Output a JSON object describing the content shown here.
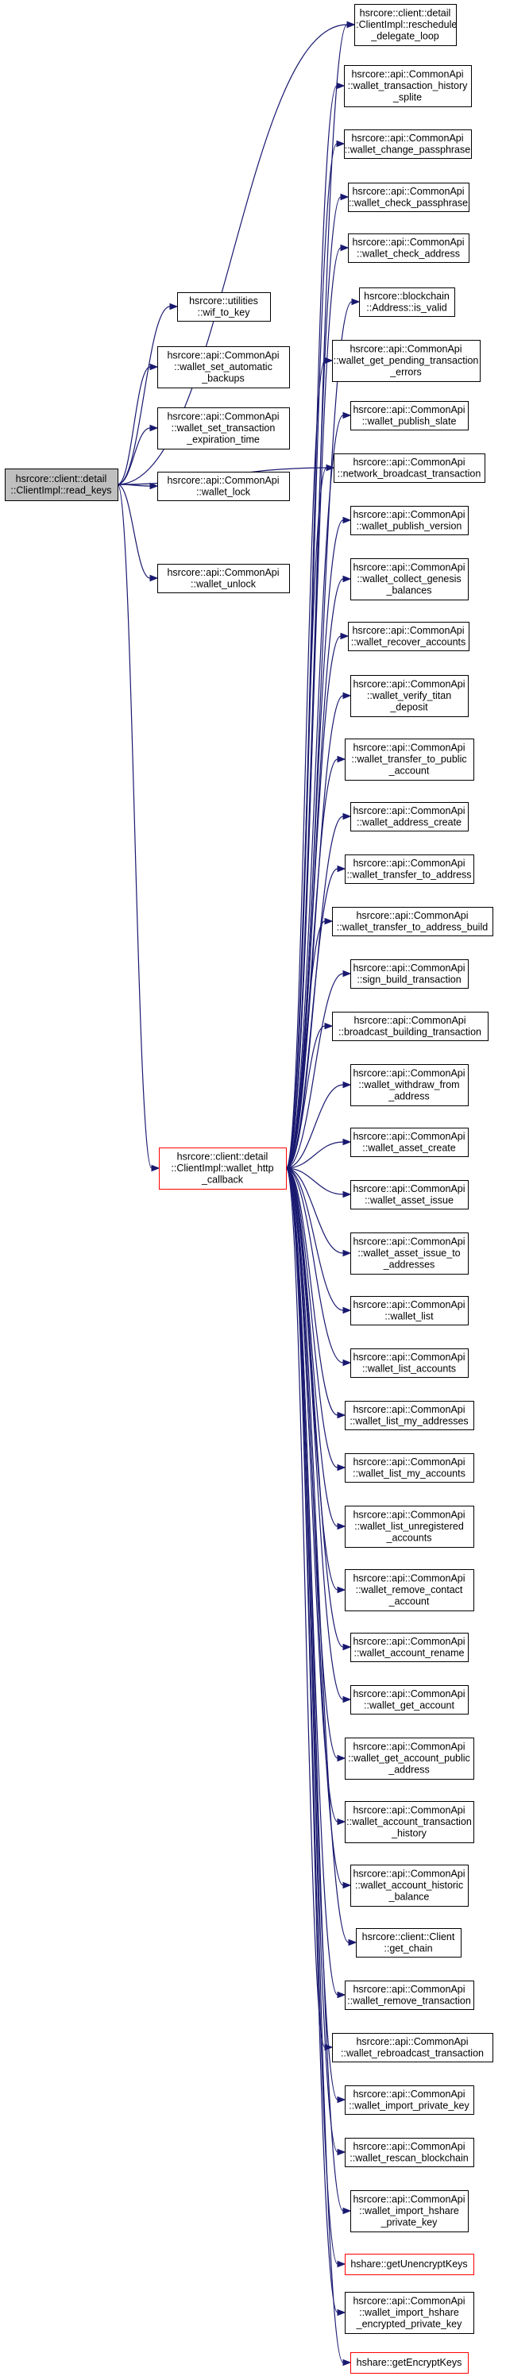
{
  "graph": {
    "root": {
      "id": "read_keys",
      "lines": [
        "hsrcore::client::detail",
        "::ClientImpl::read_keys"
      ]
    },
    "nodes": [
      {
        "id": "reschedule_delegate_loop",
        "lines": [
          "hsrcore::client::detail",
          "::ClientImpl::reschedule",
          "_delegate_loop"
        ],
        "highlight": false
      },
      {
        "id": "wallet_transaction_history_splite",
        "lines": [
          "hsrcore::api::CommonApi",
          "::wallet_transaction_history",
          "_splite"
        ],
        "highlight": false
      },
      {
        "id": "wallet_change_passphrase",
        "lines": [
          "hsrcore::api::CommonApi",
          "::wallet_change_passphrase"
        ],
        "highlight": false
      },
      {
        "id": "wallet_check_passphrase",
        "lines": [
          "hsrcore::api::CommonApi",
          "::wallet_check_passphrase"
        ],
        "highlight": false
      },
      {
        "id": "wallet_check_address",
        "lines": [
          "hsrcore::api::CommonApi",
          "::wallet_check_address"
        ],
        "highlight": false
      },
      {
        "id": "address_is_valid",
        "lines": [
          "hsrcore::blockchain",
          "::Address::is_valid"
        ],
        "highlight": false
      },
      {
        "id": "wallet_get_pending_transaction_errors",
        "lines": [
          "hsrcore::api::CommonApi",
          "::wallet_get_pending_transaction",
          "_errors"
        ],
        "highlight": false
      },
      {
        "id": "wallet_publish_slate",
        "lines": [
          "hsrcore::api::CommonApi",
          "::wallet_publish_slate"
        ],
        "highlight": false
      },
      {
        "id": "network_broadcast_transaction",
        "lines": [
          "hsrcore::api::CommonApi",
          "::network_broadcast_transaction"
        ],
        "highlight": false
      },
      {
        "id": "wallet_publish_version",
        "lines": [
          "hsrcore::api::CommonApi",
          "::wallet_publish_version"
        ],
        "highlight": false
      },
      {
        "id": "wallet_collect_genesis_balances",
        "lines": [
          "hsrcore::api::CommonApi",
          "::wallet_collect_genesis",
          "_balances"
        ],
        "highlight": false
      },
      {
        "id": "wallet_recover_accounts",
        "lines": [
          "hsrcore::api::CommonApi",
          "::wallet_recover_accounts"
        ],
        "highlight": false
      },
      {
        "id": "wallet_verify_titan_deposit",
        "lines": [
          "hsrcore::api::CommonApi",
          "::wallet_verify_titan",
          "_deposit"
        ],
        "highlight": false
      },
      {
        "id": "wallet_transfer_to_public_account",
        "lines": [
          "hsrcore::api::CommonApi",
          "::wallet_transfer_to_public",
          "_account"
        ],
        "highlight": false
      },
      {
        "id": "wallet_address_create",
        "lines": [
          "hsrcore::api::CommonApi",
          "::wallet_address_create"
        ],
        "highlight": false
      },
      {
        "id": "wallet_transfer_to_address",
        "lines": [
          "hsrcore::api::CommonApi",
          "::wallet_transfer_to_address"
        ],
        "highlight": false
      },
      {
        "id": "wallet_transfer_to_address_build",
        "lines": [
          "hsrcore::api::CommonApi",
          "::wallet_transfer_to_address_build"
        ],
        "highlight": false
      },
      {
        "id": "sign_build_transaction",
        "lines": [
          "hsrcore::api::CommonApi",
          "::sign_build_transaction"
        ],
        "highlight": false
      },
      {
        "id": "broadcast_building_transaction",
        "lines": [
          "hsrcore::api::CommonApi",
          "::broadcast_building_transaction"
        ],
        "highlight": false
      },
      {
        "id": "wallet_withdraw_from_address",
        "lines": [
          "hsrcore::api::CommonApi",
          "::wallet_withdraw_from",
          "_address"
        ],
        "highlight": false
      },
      {
        "id": "wallet_asset_create",
        "lines": [
          "hsrcore::api::CommonApi",
          "::wallet_asset_create"
        ],
        "highlight": false
      },
      {
        "id": "wallet_asset_issue",
        "lines": [
          "hsrcore::api::CommonApi",
          "::wallet_asset_issue"
        ],
        "highlight": false
      },
      {
        "id": "wallet_asset_issue_to_addresses",
        "lines": [
          "hsrcore::api::CommonApi",
          "::wallet_asset_issue_to",
          "_addresses"
        ],
        "highlight": false
      },
      {
        "id": "wallet_list",
        "lines": [
          "hsrcore::api::CommonApi",
          "::wallet_list"
        ],
        "highlight": false
      },
      {
        "id": "wallet_list_accounts",
        "lines": [
          "hsrcore::api::CommonApi",
          "::wallet_list_accounts"
        ],
        "highlight": false
      },
      {
        "id": "wallet_list_my_addresses",
        "lines": [
          "hsrcore::api::CommonApi",
          "::wallet_list_my_addresses"
        ],
        "highlight": false
      },
      {
        "id": "wallet_list_my_accounts",
        "lines": [
          "hsrcore::api::CommonApi",
          "::wallet_list_my_accounts"
        ],
        "highlight": false
      },
      {
        "id": "wallet_list_unregistered_accounts",
        "lines": [
          "hsrcore::api::CommonApi",
          "::wallet_list_unregistered",
          "_accounts"
        ],
        "highlight": false
      },
      {
        "id": "wallet_remove_contact_account",
        "lines": [
          "hsrcore::api::CommonApi",
          "::wallet_remove_contact",
          "_account"
        ],
        "highlight": false
      },
      {
        "id": "wallet_account_rename",
        "lines": [
          "hsrcore::api::CommonApi",
          "::wallet_account_rename"
        ],
        "highlight": false
      },
      {
        "id": "wallet_get_account",
        "lines": [
          "hsrcore::api::CommonApi",
          "::wallet_get_account"
        ],
        "highlight": false
      },
      {
        "id": "wallet_get_account_public_address",
        "lines": [
          "hsrcore::api::CommonApi",
          "::wallet_get_account_public",
          "_address"
        ],
        "highlight": false
      },
      {
        "id": "wallet_account_transaction_history",
        "lines": [
          "hsrcore::api::CommonApi",
          "::wallet_account_transaction",
          "_history"
        ],
        "highlight": false
      },
      {
        "id": "wallet_account_historic_balance",
        "lines": [
          "hsrcore::api::CommonApi",
          "::wallet_account_historic",
          "_balance"
        ],
        "highlight": false
      },
      {
        "id": "client_get_chain",
        "lines": [
          "hsrcore::client::Client",
          "::get_chain"
        ],
        "highlight": false
      },
      {
        "id": "wallet_remove_transaction",
        "lines": [
          "hsrcore::api::CommonApi",
          "::wallet_remove_transaction"
        ],
        "highlight": false
      },
      {
        "id": "wallet_rebroadcast_transaction",
        "lines": [
          "hsrcore::api::CommonApi",
          "::wallet_rebroadcast_transaction"
        ],
        "highlight": false
      },
      {
        "id": "wallet_import_private_key",
        "lines": [
          "hsrcore::api::CommonApi",
          "::wallet_import_private_key"
        ],
        "highlight": false
      },
      {
        "id": "wallet_rescan_blockchain",
        "lines": [
          "hsrcore::api::CommonApi",
          "::wallet_rescan_blockchain"
        ],
        "highlight": false
      },
      {
        "id": "wallet_import_hshare_private_key",
        "lines": [
          "hsrcore::api::CommonApi",
          "::wallet_import_hshare",
          "_private_key"
        ],
        "highlight": false
      },
      {
        "id": "getUnencryptKeys",
        "lines": [
          "hshare::getUnencryptKeys"
        ],
        "highlight": true
      },
      {
        "id": "wallet_import_hshare_encrypted_private_key",
        "lines": [
          "hsrcore::api::CommonApi",
          "::wallet_import_hshare",
          "_encrypted_private_key"
        ],
        "highlight": false
      },
      {
        "id": "getEncryptKeys",
        "lines": [
          "hshare::getEncryptKeys"
        ],
        "highlight": true
      },
      {
        "id": "wif_to_key",
        "lines": [
          "hsrcore::utilities",
          "::wif_to_key"
        ],
        "highlight": false
      },
      {
        "id": "wallet_set_automatic_backups",
        "lines": [
          "hsrcore::api::CommonApi",
          "::wallet_set_automatic",
          "_backups"
        ],
        "highlight": false
      },
      {
        "id": "wallet_set_transaction_expiration_time",
        "lines": [
          "hsrcore::api::CommonApi",
          "::wallet_set_transaction",
          "_expiration_time"
        ],
        "highlight": false
      },
      {
        "id": "wallet_lock",
        "lines": [
          "hsrcore::api::CommonApi",
          "::wallet_lock"
        ],
        "highlight": false
      },
      {
        "id": "wallet_unlock",
        "lines": [
          "hsrcore::api::CommonApi",
          "::wallet_unlock"
        ],
        "highlight": false
      },
      {
        "id": "wallet_http_callback",
        "lines": [
          "hsrcore::client::detail",
          "::ClientImpl::wallet_http",
          "_callback"
        ],
        "highlight": true
      }
    ],
    "edges": [
      [
        "read_keys",
        "wif_to_key"
      ],
      [
        "read_keys",
        "wallet_set_automatic_backups"
      ],
      [
        "read_keys",
        "wallet_set_transaction_expiration_time"
      ],
      [
        "read_keys",
        "wallet_lock"
      ],
      [
        "read_keys",
        "wallet_unlock"
      ],
      [
        "read_keys",
        "wallet_http_callback"
      ],
      [
        "read_keys",
        "reschedule_delegate_loop"
      ],
      [
        "read_keys",
        "network_broadcast_transaction"
      ],
      [
        "wallet_http_callback",
        "reschedule_delegate_loop"
      ],
      [
        "wallet_http_callback",
        "wallet_transaction_history_splite"
      ],
      [
        "wallet_http_callback",
        "wallet_change_passphrase"
      ],
      [
        "wallet_http_callback",
        "wallet_check_passphrase"
      ],
      [
        "wallet_http_callback",
        "wallet_check_address"
      ],
      [
        "wallet_http_callback",
        "address_is_valid"
      ],
      [
        "wallet_http_callback",
        "wallet_get_pending_transaction_errors"
      ],
      [
        "wallet_http_callback",
        "wallet_publish_slate"
      ],
      [
        "wallet_http_callback",
        "network_broadcast_transaction"
      ],
      [
        "wallet_http_callback",
        "wallet_publish_version"
      ],
      [
        "wallet_http_callback",
        "wallet_collect_genesis_balances"
      ],
      [
        "wallet_http_callback",
        "wallet_recover_accounts"
      ],
      [
        "wallet_http_callback",
        "wallet_verify_titan_deposit"
      ],
      [
        "wallet_http_callback",
        "wallet_transfer_to_public_account"
      ],
      [
        "wallet_http_callback",
        "wallet_address_create"
      ],
      [
        "wallet_http_callback",
        "wallet_transfer_to_address"
      ],
      [
        "wallet_http_callback",
        "wallet_transfer_to_address_build"
      ],
      [
        "wallet_http_callback",
        "sign_build_transaction"
      ],
      [
        "wallet_http_callback",
        "broadcast_building_transaction"
      ],
      [
        "wallet_http_callback",
        "wallet_withdraw_from_address"
      ],
      [
        "wallet_http_callback",
        "wallet_asset_create"
      ],
      [
        "wallet_http_callback",
        "wallet_asset_issue"
      ],
      [
        "wallet_http_callback",
        "wallet_asset_issue_to_addresses"
      ],
      [
        "wallet_http_callback",
        "wallet_list"
      ],
      [
        "wallet_http_callback",
        "wallet_list_accounts"
      ],
      [
        "wallet_http_callback",
        "wallet_list_my_addresses"
      ],
      [
        "wallet_http_callback",
        "wallet_list_my_accounts"
      ],
      [
        "wallet_http_callback",
        "wallet_list_unregistered_accounts"
      ],
      [
        "wallet_http_callback",
        "wallet_remove_contact_account"
      ],
      [
        "wallet_http_callback",
        "wallet_account_rename"
      ],
      [
        "wallet_http_callback",
        "wallet_get_account"
      ],
      [
        "wallet_http_callback",
        "wallet_get_account_public_address"
      ],
      [
        "wallet_http_callback",
        "wallet_account_transaction_history"
      ],
      [
        "wallet_http_callback",
        "wallet_account_historic_balance"
      ],
      [
        "wallet_http_callback",
        "client_get_chain"
      ],
      [
        "wallet_http_callback",
        "wallet_remove_transaction"
      ],
      [
        "wallet_http_callback",
        "wallet_rebroadcast_transaction"
      ],
      [
        "wallet_http_callback",
        "wallet_import_private_key"
      ],
      [
        "wallet_http_callback",
        "wallet_rescan_blockchain"
      ],
      [
        "wallet_http_callback",
        "wallet_import_hshare_private_key"
      ],
      [
        "wallet_http_callback",
        "getUnencryptKeys"
      ],
      [
        "wallet_http_callback",
        "wallet_import_hshare_encrypted_private_key"
      ],
      [
        "wallet_http_callback",
        "getEncryptKeys"
      ]
    ],
    "colors": {
      "edge": "#191970",
      "root_fill": "#bfbfbf",
      "highlight_border": "#ff0000",
      "node_border": "#000000"
    }
  }
}
